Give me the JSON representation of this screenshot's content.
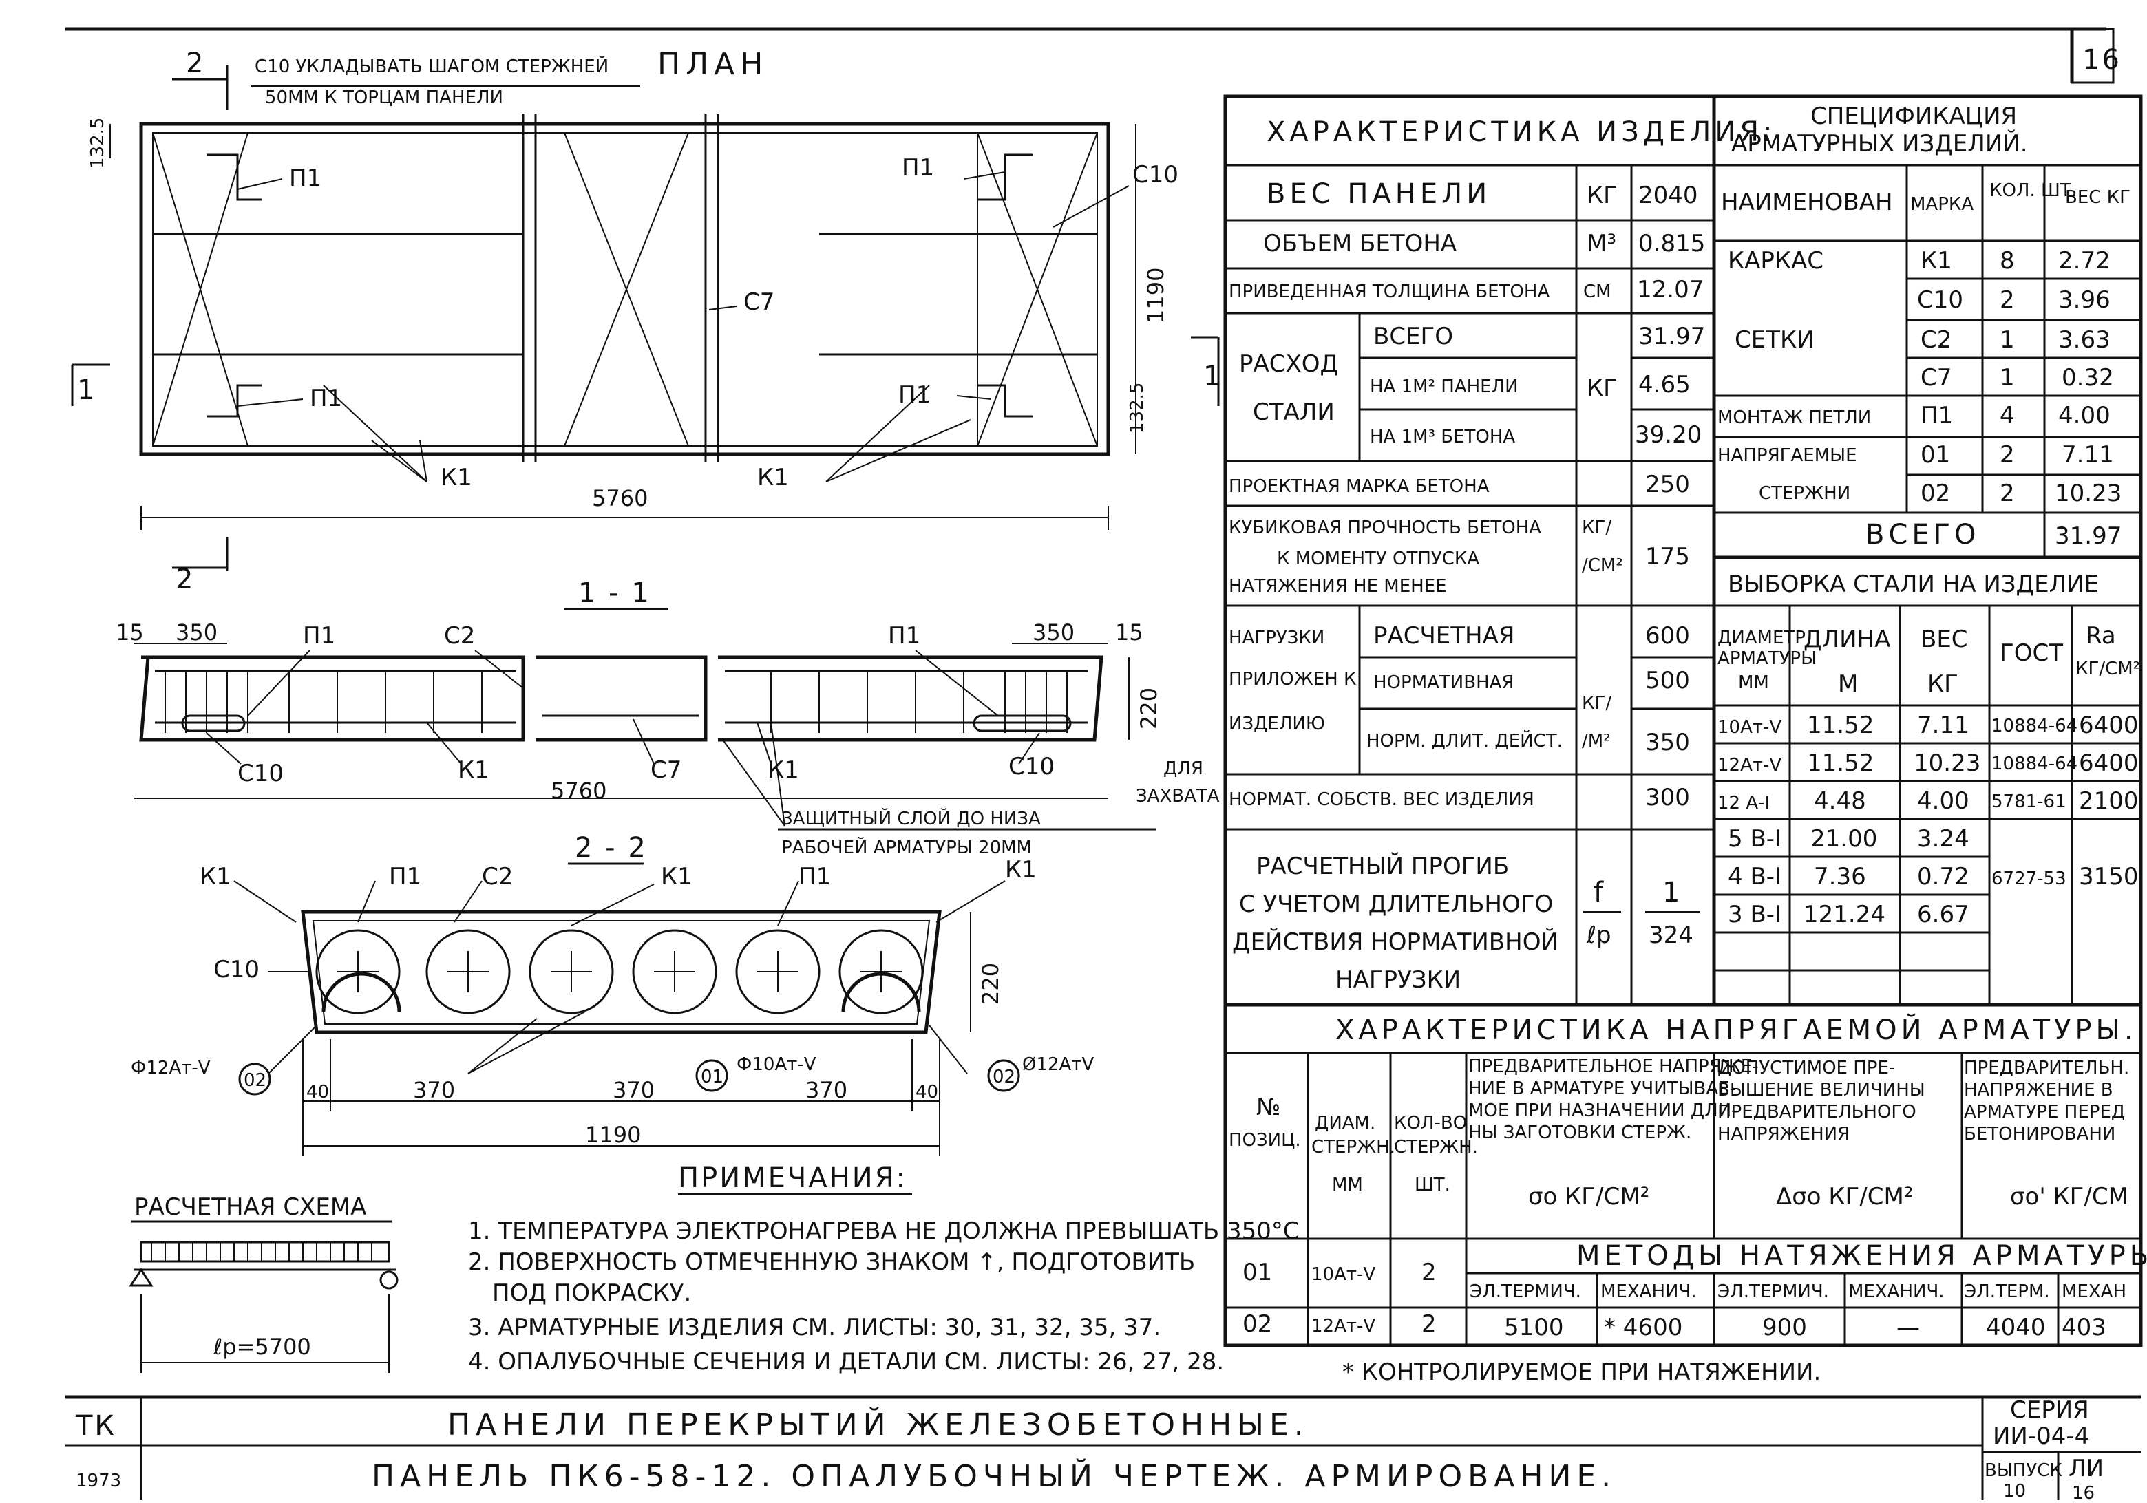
{
  "sheet_number": "16",
  "plan": {
    "title": "ПЛАН",
    "note_line1": "С10 УКЛАДЫВАТЬ ШАГОМ СТЕРЖНЕЙ",
    "note_line2": "50ММ К ТОРЦАМ ПАНЕЛИ",
    "dim_132_5": "132.5",
    "dim_1190": "1190",
    "dim_5760": "5760",
    "label_p1": "П1",
    "label_c10": "С10",
    "label_c7": "С7",
    "label_k1": "К1",
    "cut_2": "2",
    "cut_1": "1"
  },
  "section_1_1": {
    "title": "1 - 1",
    "dim_15": "15",
    "dim_350": "350",
    "dim_220": "220",
    "dim_5760": "5760",
    "label_p1": "П1",
    "label_c2": "С2",
    "label_c10": "С10",
    "label_k1": "К1",
    "label_c7": "С7",
    "for_capture_1": "ДЛЯ",
    "for_capture_2": "ЗАХВАТА",
    "cover_note_1": "ЗАЩИТНЫЙ СЛОЙ ДО НИЗА",
    "cover_note_2": "РАБОЧЕЙ АРМАТУРЫ 20ММ"
  },
  "section_2_2": {
    "title": "2 - 2",
    "label_k1": "К1",
    "label_p1": "П1",
    "label_c2": "С2",
    "label_c10": "С10",
    "bar_left": "Ф12Ат-V",
    "bar_mid": "Ф10Ат-V",
    "bar_right": "Ø12АтV",
    "mark_02": "02",
    "mark_01": "01",
    "dim_40": "40",
    "dim_370": "370",
    "dim_1190": "1190",
    "dim_220": "220"
  },
  "calc_scheme": {
    "title": "РАСЧЕТНАЯ СХЕМА",
    "span": "ℓр=5700"
  },
  "notes": {
    "title": "ПРИМЕЧАНИЯ:",
    "items": [
      "1. ТЕМПЕРАТУРА ЭЛЕКТРОНАГРЕВА НЕ ДОЛЖНА ПРЕВЫШАТЬ 350°С",
      "2. ПОВЕРХНОСТЬ ОТМЕЧЕННУЮ ЗНАКОМ ↑, ПОДГОТОВИТЬ",
      "ПОД ПОКРАСКУ.",
      "3. АРМАТУРНЫЕ ИЗДЕЛИЯ СМ. ЛИСТЫ: 30, 31, 32, 35, 37.",
      "4. ОПАЛУБОЧНЫЕ СЕЧЕНИЯ И ДЕТАЛИ СМ. ЛИСТЫ: 26, 27, 28."
    ]
  },
  "characteristics": {
    "title": "ХАРАКТЕРИСТИКА ИЗДЕЛИЯ:",
    "weight": {
      "label": "ВЕС ПАНЕЛИ",
      "unit": "КГ",
      "value": "2040"
    },
    "concrete_volume": {
      "label": "ОБЪЕМ БЕТОНА",
      "unit": "М³",
      "value": "0.815"
    },
    "thickness": {
      "label": "ПРИВЕДЕННАЯ ТОЛЩИНА БЕТОНА",
      "unit": "СМ",
      "value": "12.07"
    },
    "steel_label_1": "РАСХОД",
    "steel_label_2": "СТАЛИ",
    "steel_unit": "КГ",
    "steel_total": {
      "label": "ВСЕГО",
      "value": "31.97"
    },
    "steel_per_m2": {
      "label": "НА 1М² ПАНЕЛИ",
      "value": "4.65"
    },
    "steel_per_m3": {
      "label": "НА 1М³ БЕТОНА",
      "value": "39.20"
    },
    "grade": {
      "label": "ПРОЕКТНАЯ МАРКА БЕТОНА",
      "value": "250"
    },
    "cube_line1": "КУБИКОВАЯ ПРОЧНОСТЬ БЕТОНА",
    "cube_line2": "К МОМЕНТУ ОТПУСКА",
    "cube_line3": "НАТЯЖЕНИЯ НЕ МЕНЕЕ",
    "cube_unit1": "КГ/",
    "cube_unit2": "/СМ²",
    "cube_value": "175",
    "loads_1": "НАГРУЗКИ",
    "loads_2": "ПРИЛОЖЕН К",
    "loads_3": "ИЗДЕЛИЮ",
    "loads_unit1": "КГ/",
    "loads_unit2": "/М²",
    "load_design": {
      "label": "РАСЧЕТНАЯ",
      "value": "600"
    },
    "load_norm": {
      "label": "НОРМАТИВНАЯ",
      "value": "500"
    },
    "load_long": {
      "label": "НОРМ. ДЛИТ. ДЕЙСТ.",
      "value": "350"
    },
    "self_weight": {
      "label": "НОРМАТ. СОБСТВ. ВЕС ИЗДЕЛИЯ",
      "value": "300"
    },
    "defl_1": "РАСЧЕТНЫЙ ПРОГИБ",
    "defl_2": "С УЧЕТОМ ДЛИТЕЛЬНОГО",
    "defl_3": "ДЕЙСТВИЯ НОРМАТИВНОЙ",
    "defl_4": "НАГРУЗКИ",
    "defl_f": "f",
    "defl_lp": "ℓр",
    "defl_num": "1",
    "defl_den": "324"
  },
  "spec": {
    "title1": "СПЕЦИФИКАЦИЯ",
    "title2": "АРМАТУРНЫХ ИЗДЕЛИЙ.",
    "headers": [
      "НАИМЕНОВАН",
      "МАРКА",
      "КОЛ. ШТ.",
      "ВЕС КГ"
    ],
    "name_karkas": "КАРКАС",
    "name_setki": "СЕТКИ",
    "name_petli": "МОНТАЖ ПЕТЛИ",
    "name_napr1": "НАПРЯГАЕМЫЕ",
    "name_napr2": "СТЕРЖНИ",
    "rows": [
      {
        "mark": "К1",
        "qty": "8",
        "weight": "2.72"
      },
      {
        "mark": "С10",
        "qty": "2",
        "weight": "3.96"
      },
      {
        "mark": "С2",
        "qty": "1",
        "weight": "3.63"
      },
      {
        "mark": "С7",
        "qty": "1",
        "weight": "0.32"
      },
      {
        "mark": "П1",
        "qty": "4",
        "weight": "4.00"
      },
      {
        "mark": "01",
        "qty": "2",
        "weight": "7.11"
      },
      {
        "mark": "02",
        "qty": "2",
        "weight": "10.23"
      }
    ],
    "total_label": "ВСЕГО",
    "total_value": "31.97"
  },
  "steel_selection": {
    "title": "ВЫБОРКА СТАЛИ НА ИЗДЕЛИЕ",
    "h_diam": "ДИАМЕТР",
    "h_diam2": "АРМАТУРЫ",
    "h_diam3": "ММ",
    "h_len": "ДЛИНА",
    "h_len2": "М",
    "h_wt": "ВЕС",
    "h_wt2": "КГ",
    "h_gost": "ГОСТ",
    "h_ra": "Ra",
    "h_ra2": "КГ/СМ²",
    "rows": [
      {
        "d": "10Ат-V",
        "len": "11.52",
        "wt": "7.11",
        "gost": "10884-64",
        "ra": "6400"
      },
      {
        "d": "12Ат-V",
        "len": "11.52",
        "wt": "10.23",
        "gost": "10884-64",
        "ra": "6400"
      },
      {
        "d": "12 А-I",
        "len": "4.48",
        "wt": "4.00",
        "gost": "5781-61",
        "ra": "2100"
      },
      {
        "d": "5 В-I",
        "len": "21.00",
        "wt": "3.24",
        "gost": "",
        "ra": ""
      },
      {
        "d": "4 В-I",
        "len": "7.36",
        "wt": "0.72",
        "gost": "6727-53",
        "ra": "3150"
      },
      {
        "d": "3 В-I",
        "len": "121.24",
        "wt": "6.67",
        "gost": "",
        "ra": ""
      }
    ]
  },
  "prestress": {
    "title": "ХАРАКТЕРИСТИКА НАПРЯГАЕМОЙ АРМАТУРЫ.",
    "h_pos1": "№",
    "h_pos2": "ПОЗИЦ.",
    "h_diam1": "ДИАМ.",
    "h_diam2": "СТЕРЖН.",
    "h_diam3": "ММ",
    "h_qty1": "КОЛ-ВО",
    "h_qty2": "СТЕРЖН.",
    "h_qty3": "ШТ.",
    "h_pre1": "ПРЕДВАРИТЕЛЬНОЕ НАПРЯЖЕ-",
    "h_pre2": "НИЕ В АРМАТУРЕ УЧИТЫВАЕ-",
    "h_pre3": "МОЕ ПРИ НАЗНАЧЕНИИ ДЛИ-",
    "h_pre4": "НЫ ЗАГОТОВКИ СТЕРЖ.",
    "h_pre5": "σо КГ/СМ²",
    "h_add1": "ДОПУСТИМОЕ ПРЕ-",
    "h_add2": "ВЫШЕНИЕ ВЕЛИЧИНЫ",
    "h_add3": "ПРЕДВАРИТЕЛЬНОГО",
    "h_add4": "НАПРЯЖЕНИЯ",
    "h_add5": "Δσо КГ/СМ²",
    "h_con1": "ПРЕДВАРИТЕЛЬН.",
    "h_con2": "НАПРЯЖЕНИЕ В",
    "h_con3": "АРМАТУРЕ ПЕРЕД",
    "h_con4": "БЕТОНИРОВАНИ",
    "h_con5": "σо' КГ/СМ",
    "methods": "МЕТОДЫ НАТЯЖЕНИЯ АРМАТУРЫ.",
    "m1": "ЭЛ.ТЕРМИЧ.",
    "m2": "МЕХАНИЧ.",
    "m3": "ЭЛ.ТЕРМИЧ.",
    "m4": "МЕХАНИЧ.",
    "m5": "ЭЛ.ТЕРМ.",
    "m6": "МЕХАН",
    "rows": [
      {
        "pos": "01",
        "diam": "10Ат-V",
        "qty": "2",
        "v1": "",
        "v2": "",
        "v3": "",
        "v4": "",
        "v5": "",
        "v6": ""
      },
      {
        "pos": "02",
        "diam": "12Ат-V",
        "qty": "2",
        "v1": "5100",
        "v2": "* 4600",
        "v3": "900",
        "v4": "—",
        "v5": "4040",
        "v6": "403"
      }
    ],
    "footnote": "* КОНТРОЛИРУЕМОЕ ПРИ НАТЯЖЕНИИ."
  },
  "title_block": {
    "tk": "ТК",
    "year": "1973",
    "line1": "ПАНЕЛИ ПЕРЕКРЫТИЙ ЖЕЛЕЗОБЕТОННЫЕ.",
    "line2": "ПАНЕЛЬ ПК6-58-12. ОПАЛУБОЧНЫЙ ЧЕРТЕЖ. АРМИРОВАНИЕ.",
    "series_label": "СЕРИЯ",
    "series_value": "ИИ-04-4",
    "issue_label": "ВЫПУСК",
    "issue_value": "10",
    "sheet_label": "ЛИ",
    "sheet_value": "16"
  }
}
